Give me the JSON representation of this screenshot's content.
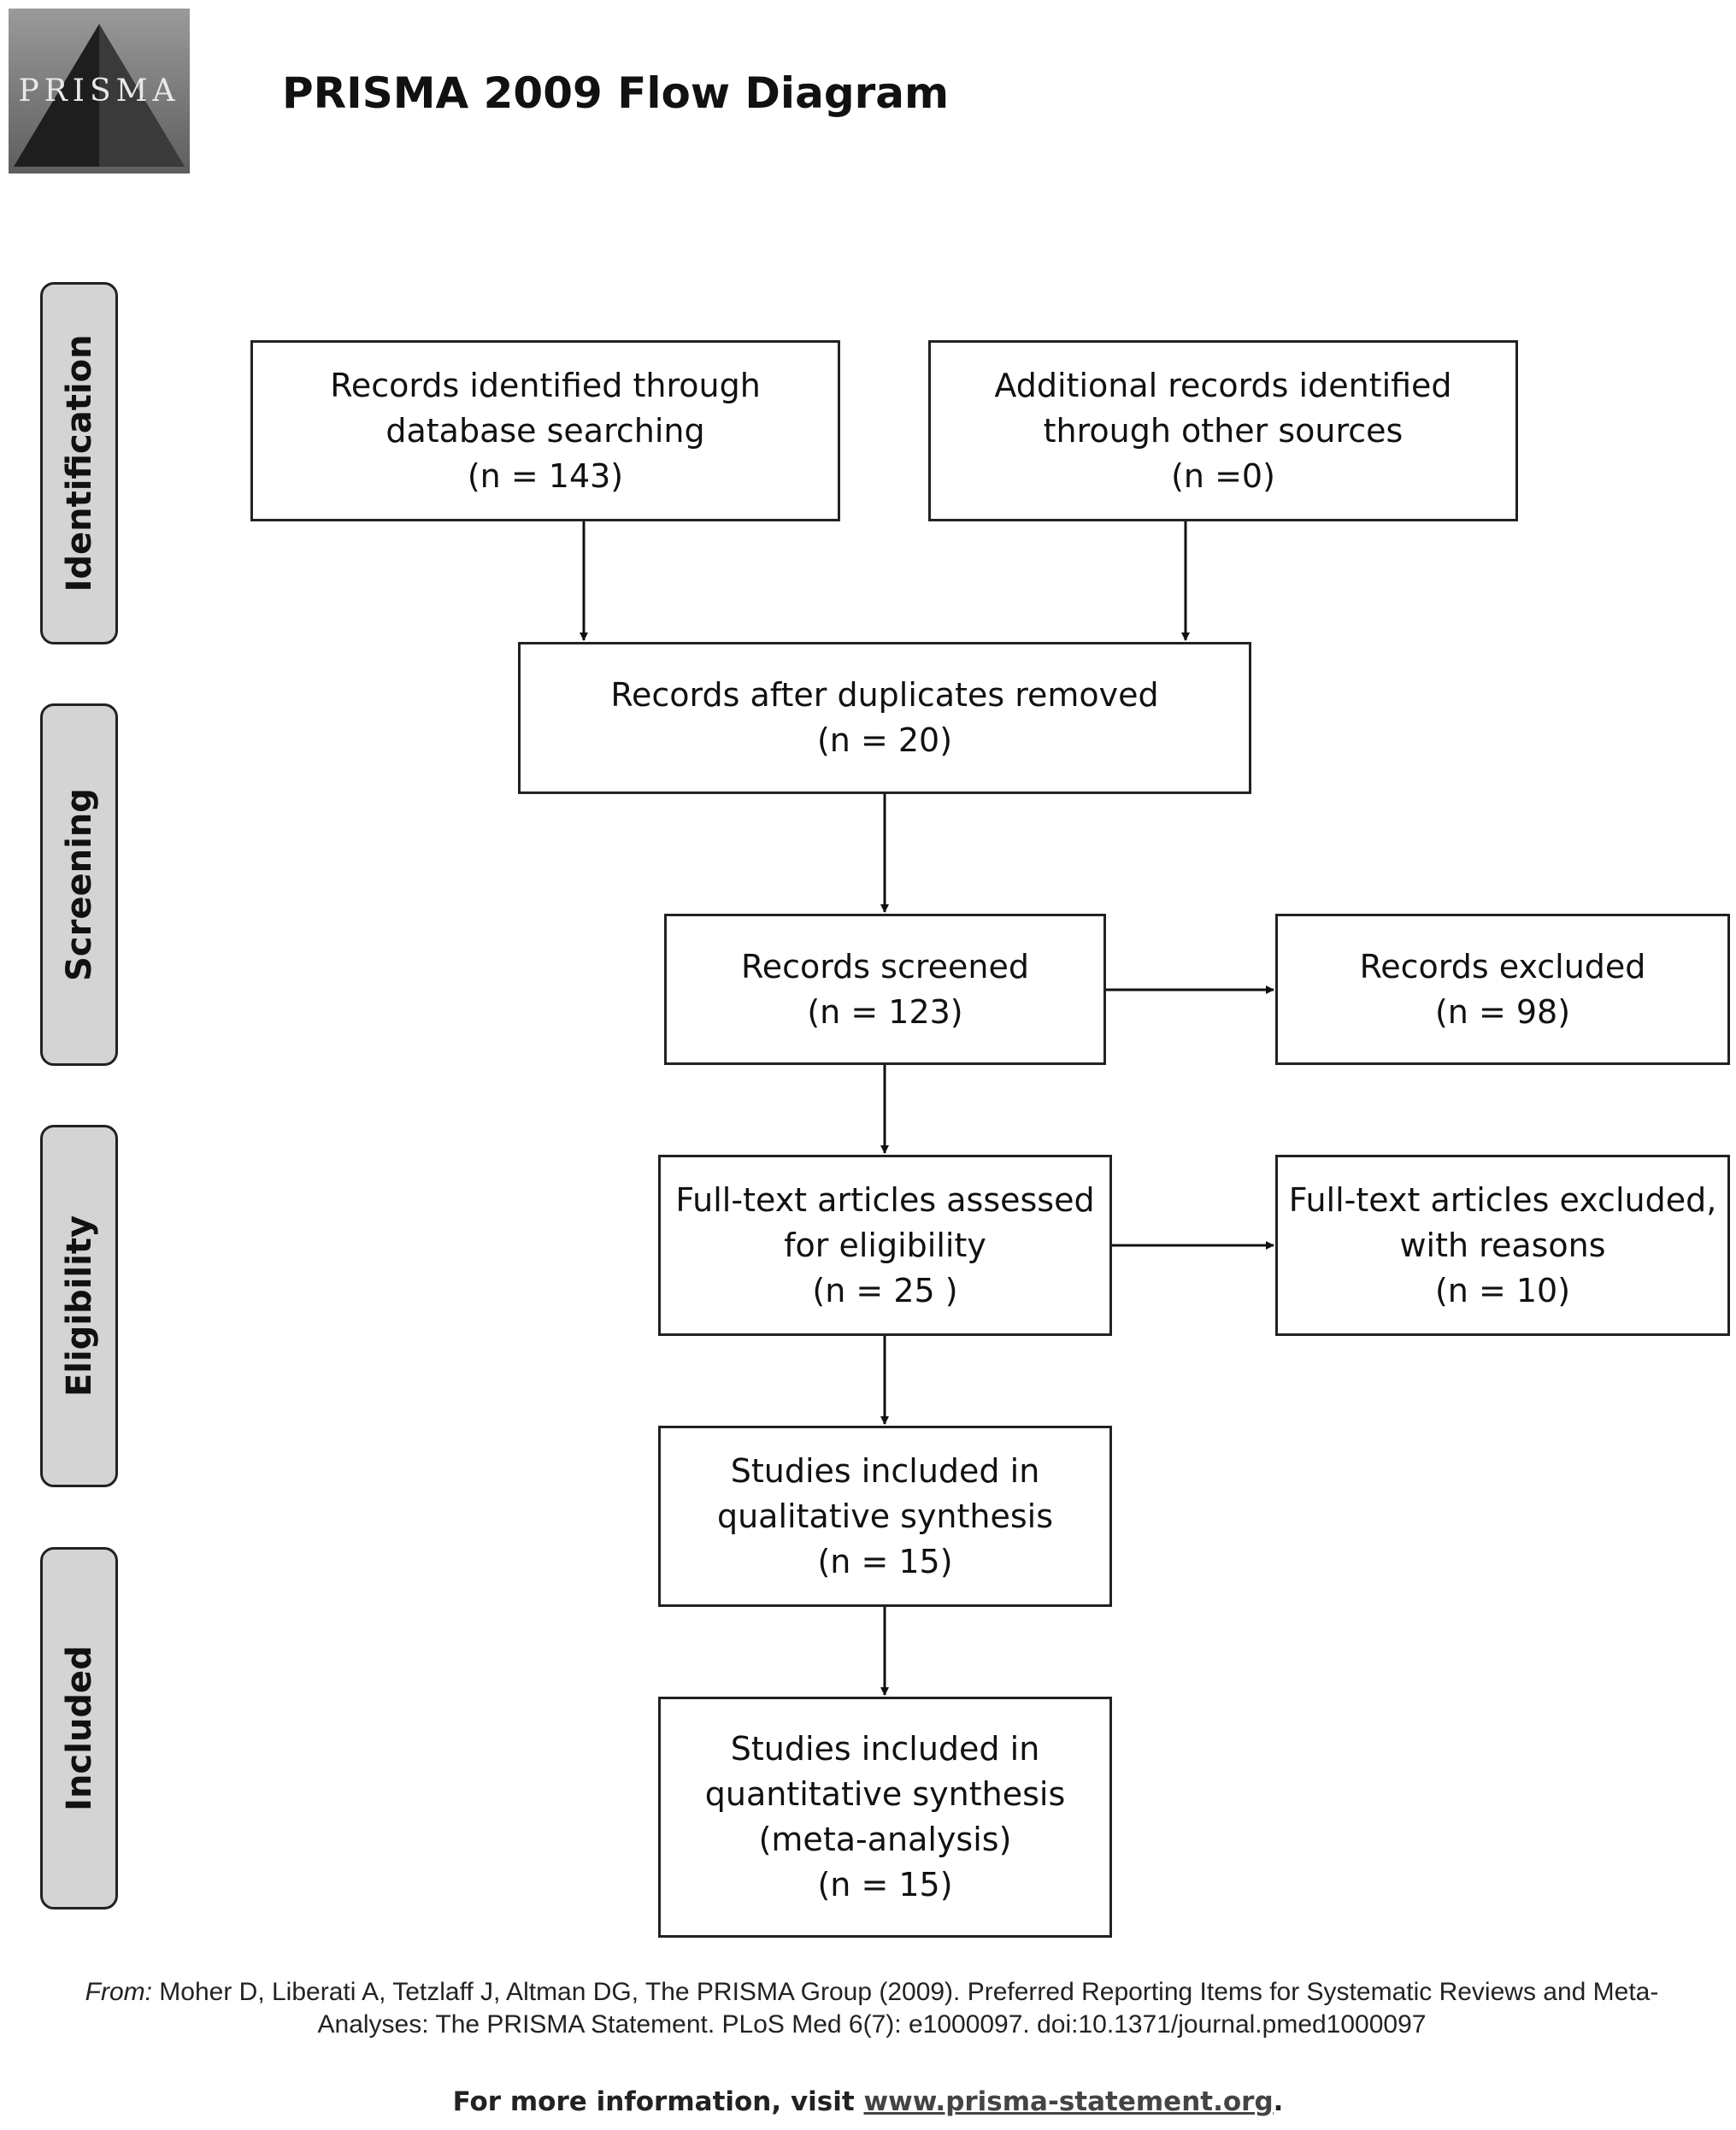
{
  "logo": {
    "text": "PRISMA"
  },
  "title": "PRISMA 2009 Flow Diagram",
  "stages": [
    "Identification",
    "Screening",
    "Eligibility",
    "Included"
  ],
  "boxes": {
    "database_search": {
      "lines": [
        "Records identified through",
        "database searching",
        "(n = 143)"
      ]
    },
    "other_sources": {
      "lines": [
        "Additional records identified",
        "through other sources",
        "(n =0)"
      ]
    },
    "duplicates_removed": {
      "lines": [
        "Records after duplicates removed",
        "(n = 20)"
      ]
    },
    "screened": {
      "lines": [
        "Records screened",
        "(n = 123)"
      ]
    },
    "excluded": {
      "lines": [
        "Records excluded",
        "(n = 98)"
      ]
    },
    "fulltext_assessed": {
      "lines": [
        "Full-text articles assessed",
        "for eligibility",
        "(n = 25 )"
      ]
    },
    "fulltext_excluded": {
      "lines": [
        "Full-text articles excluded,",
        "with reasons",
        "(n = 10)"
      ]
    },
    "qualitative": {
      "lines": [
        "Studies included in",
        "qualitative synthesis",
        "(n = 15)"
      ]
    },
    "quantitative": {
      "lines": [
        "Studies included in",
        "quantitative synthesis",
        "(meta-analysis)",
        "(n = 15)"
      ]
    }
  },
  "citation": {
    "label": "From:",
    "text": "Moher D, Liberati A, Tetzlaff J, Altman DG, The PRISMA Group (2009). Preferred Reporting Items for Systematic Reviews and Meta-Analyses: The PRISMA Statement. PLoS Med 6(7): e1000097. doi:10.1371/journal.pmed1000097"
  },
  "info": {
    "prefix": "For more information, visit ",
    "link": "www.prisma-statement.org",
    "suffix": "."
  }
}
